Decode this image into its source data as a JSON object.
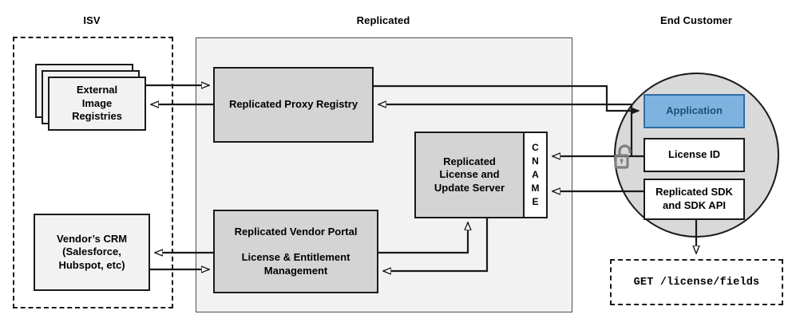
{
  "diagram": {
    "title_zones": [
      {
        "id": "isv",
        "label": "ISV"
      },
      {
        "id": "replicated",
        "label": "Replicated"
      },
      {
        "id": "end_customer",
        "label": "End Customer"
      }
    ],
    "colors": {
      "node_gray": "#d4d4d4",
      "node_light": "#f2f2f2",
      "zone_gray": "#f2f2f2",
      "circle_gray": "#d9d9d9",
      "application_fill": "#7eb3e0",
      "application_border": "#2e6da4",
      "application_text": "#1f4e79",
      "stroke": "#1a1a1a"
    },
    "nodes": {
      "external_image_registries": {
        "label": "External\nImage\nRegistries",
        "line1": "External",
        "line2": "Image",
        "line3": "Registries",
        "stacked_copies": 3
      },
      "vendors_crm": {
        "line1": "Vendor’s CRM",
        "line2": "(Salesforce,",
        "line3": "Hubspot, etc)"
      },
      "replicated_proxy_registry": {
        "label": "Replicated Proxy Registry"
      },
      "replicated_license_update_server": {
        "line1": "Replicated",
        "line2": "License and",
        "line3": "Update Server",
        "cname_label": "CNAME",
        "cname_letters": [
          "C",
          "N",
          "A",
          "M",
          "E"
        ]
      },
      "replicated_vendor_portal": {
        "line1": "Replicated Vendor Portal",
        "line2": "License & Entitlement",
        "line3": "Management"
      },
      "application": {
        "label": "Application"
      },
      "license_id": {
        "label": "License ID"
      },
      "replicated_sdk": {
        "line1": "Replicated SDK",
        "line2": "and SDK API"
      },
      "api_call": {
        "label": "GET /license/fields"
      },
      "unlocked_padlock": {
        "icon": "unlocked-padlock-icon"
      }
    }
  }
}
